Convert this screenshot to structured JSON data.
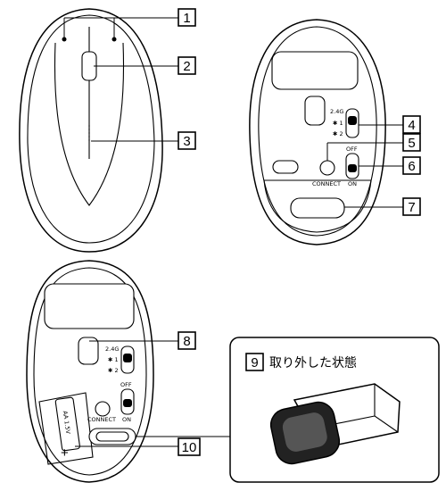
{
  "callouts": [
    "1",
    "2",
    "3",
    "4",
    "5",
    "6",
    "7",
    "8",
    "9",
    "10"
  ],
  "switch_labels": {
    "band_24g": "2.4G",
    "bt1": "✱ 1",
    "bt2": "✱ 2",
    "off": "OFF",
    "on": "ON",
    "connect": "CONNECT"
  },
  "battery_label": "AA 1.5V",
  "battery_plus": "+",
  "inset": {
    "number": "9",
    "title": "取り外した状態"
  },
  "colors": {
    "line": "#000000",
    "background": "#ffffff"
  }
}
